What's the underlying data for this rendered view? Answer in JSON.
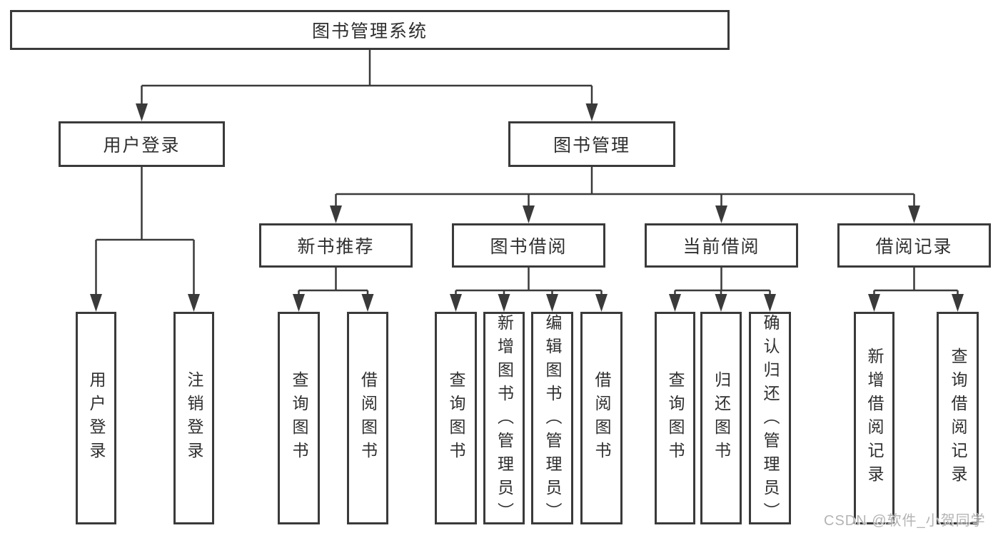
{
  "diagram": {
    "root": {
      "label": "图书管理系统"
    },
    "branches": [
      {
        "label": "用户登录",
        "children": [
          {
            "label": "用户登录"
          },
          {
            "label": "注销登录"
          }
        ]
      },
      {
        "label": "图书管理",
        "children": [
          {
            "label": "新书推荐",
            "children": [
              {
                "label": "查询图书"
              },
              {
                "label": "借阅图书"
              }
            ]
          },
          {
            "label": "图书借阅",
            "children": [
              {
                "label": "查询图书"
              },
              {
                "label": "新增图书（管理员）"
              },
              {
                "label": "编辑图书（管理员）"
              },
              {
                "label": "借阅图书"
              }
            ]
          },
          {
            "label": "当前借阅",
            "children": [
              {
                "label": "查询图书"
              },
              {
                "label": "归还图书"
              },
              {
                "label": "确认归还（管理员）"
              }
            ]
          },
          {
            "label": "借阅记录",
            "children": [
              {
                "label": "新增借阅记录"
              },
              {
                "label": "查询借阅记录"
              }
            ]
          }
        ]
      }
    ]
  },
  "watermark": {
    "text": "CSDN @软件_小贺同学"
  },
  "colors": {
    "line": "#3a3a3a",
    "text": "#2f2f2f",
    "watermark": "#b4b4b4",
    "background": "#ffffff"
  }
}
